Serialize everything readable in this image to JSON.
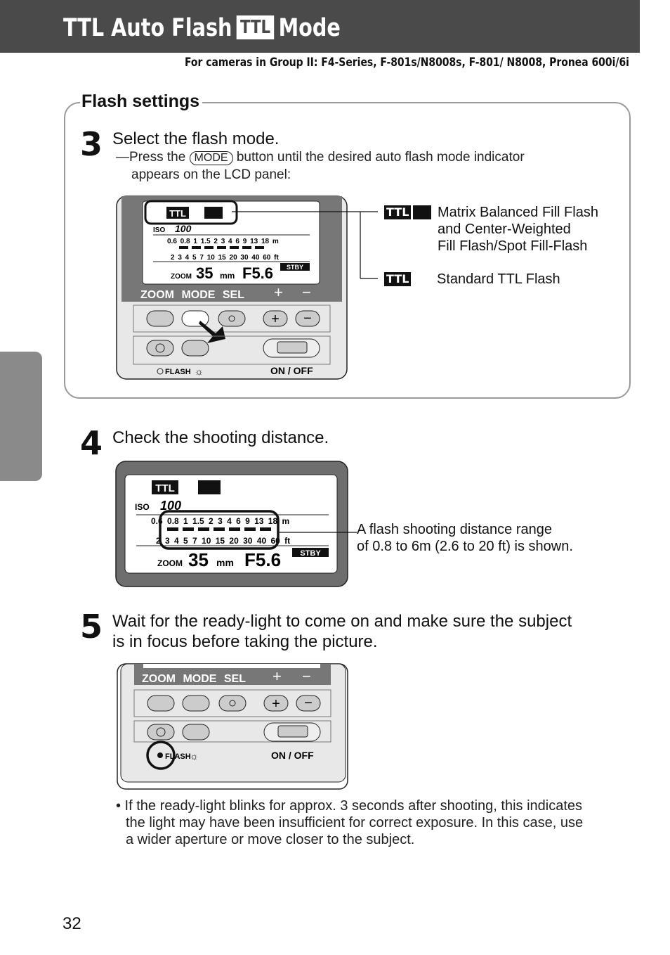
{
  "header": {
    "title_before": "TTL Auto Flash",
    "title_badge": "TTL",
    "title_after": "Mode",
    "subtitle": "For cameras in Group II: F4-Series, F-801s/N8008s, F-801/ N8008, Pronea 600i/6i"
  },
  "flash_settings": {
    "title": "Flash settings",
    "step": {
      "number": "3",
      "heading": "Select the flash mode.",
      "text_before": "—Press the",
      "button_label": "MODE",
      "text_after": "button until the desired auto flash mode indicator",
      "text_line2": "appears  on the LCD panel:"
    },
    "legend": [
      {
        "icon": "TTL",
        "lines": [
          "Matrix Balanced Fill Flash",
          "and Center-Weighted",
          "Fill Flash/Spot Fill-Flash"
        ]
      },
      {
        "icon": "TTL",
        "lines": [
          "Standard TTL Flash"
        ]
      }
    ]
  },
  "step4": {
    "number": "4",
    "heading": "Check the shooting distance.",
    "note_line1": "A flash shooting distance range",
    "note_line2": "of 0.8 to 6m (2.6 to 20 ft) is shown."
  },
  "step5": {
    "number": "5",
    "heading_line1": "Wait for the ready-light to come on and make sure the subject",
    "heading_line2": "is in focus before taking the picture.",
    "bullet_line1": "• If the ready-light blinks for approx. 3 seconds after shooting, this indicates",
    "bullet_line2": "the light may have been insufficient for correct exposure. In this case, use",
    "bullet_line3": "a wider aperture or move closer to the subject."
  },
  "lcd": {
    "ttl": "TTL",
    "iso_label": "ISO",
    "iso_value": "100",
    "meters": [
      "0.6",
      "0.8",
      "1",
      "1.5",
      "2",
      "3",
      "4",
      "6",
      "9",
      "13",
      "18",
      "m"
    ],
    "feet": [
      "2",
      "3",
      "4",
      "5",
      "7",
      "10",
      "15",
      "20",
      "30",
      "40",
      "60",
      "ft"
    ],
    "zoom_label": "ZOOM",
    "zoom_value": "35",
    "zoom_unit": "mm",
    "aperture": "F5.6",
    "stby": "STBY"
  },
  "panel": {
    "labels": [
      "ZOOM",
      "MODE",
      "SEL"
    ],
    "plus": "+",
    "minus": "−",
    "flash_label": "FLASH",
    "onoff": "ON / OFF"
  },
  "page_number": "32"
}
